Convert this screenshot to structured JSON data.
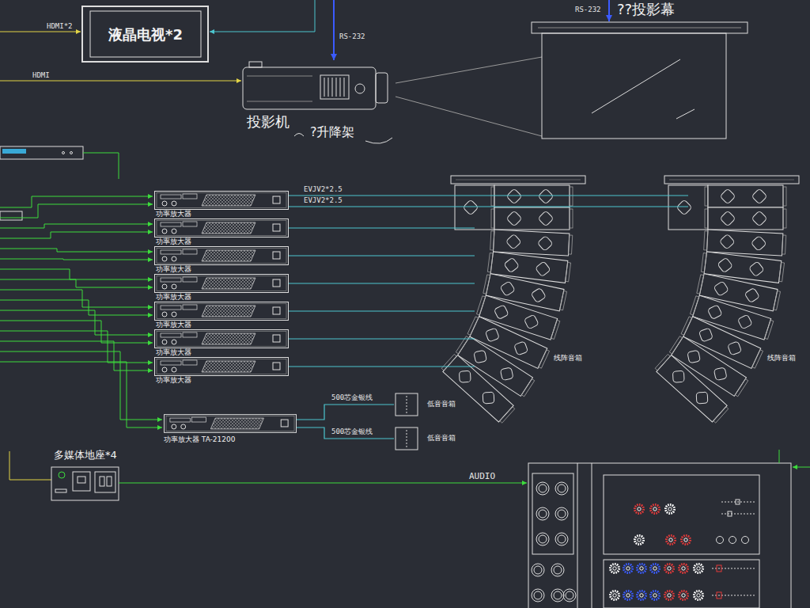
{
  "diagram": {
    "nodes": [
      {
        "text": [
          "液晶电视*2"
        ]
      },
      {
        "text": [
          "投影机",
          "?升降架"
        ]
      },
      {
        "text": [
          "??投影幕"
        ]
      },
      {
        "text": [
          "功率放大器"
        ]
      },
      {
        "text": [
          "功率放大器"
        ]
      },
      {
        "text": [
          "功率放大器"
        ]
      },
      {
        "text": [
          "功率放大器"
        ]
      },
      {
        "text": [
          "功率放大器"
        ]
      },
      {
        "text": [
          "功率放大器"
        ]
      },
      {
        "text": [
          "功率放大器"
        ]
      },
      {
        "text": [
          "功率放大器 TA-21200"
        ]
      },
      {
        "text": [
          "线阵音箱"
        ]
      },
      {
        "text": [
          "线阵音箱"
        ]
      },
      {
        "text": [
          "低音音箱"
        ]
      },
      {
        "text": [
          "低音音箱"
        ]
      },
      {
        "text": [
          "多媒体地座*4"
        ]
      }
    ],
    "edges": [
      {
        "from": 3,
        "to": 12,
        "label": "EVJV2*2.5",
        "arrow": "none"
      },
      {
        "from": 3,
        "to": 12,
        "label": "EVJV2*2.5",
        "arrow": "none"
      },
      {
        "from": 4,
        "to": 11,
        "arrow": "none"
      },
      {
        "from": 5,
        "to": 11,
        "arrow": "none"
      },
      {
        "from": 6,
        "to": 11,
        "arrow": "none"
      },
      {
        "from": 7,
        "to": 11,
        "arrow": "none"
      },
      {
        "from": 8,
        "to": 11,
        "arrow": "none"
      },
      {
        "from": 9,
        "to": 11,
        "arrow": "none"
      },
      {
        "from": 10,
        "to": 13,
        "label": "500芯金银线",
        "arrow": "none"
      },
      {
        "from": 10,
        "to": 14,
        "label": "500芯金银线",
        "arrow": "none"
      }
    ],
    "labels": [
      "HDMI*2",
      "RS-232",
      "HDMI",
      "RS-232",
      "AUDIO"
    ]
  }
}
